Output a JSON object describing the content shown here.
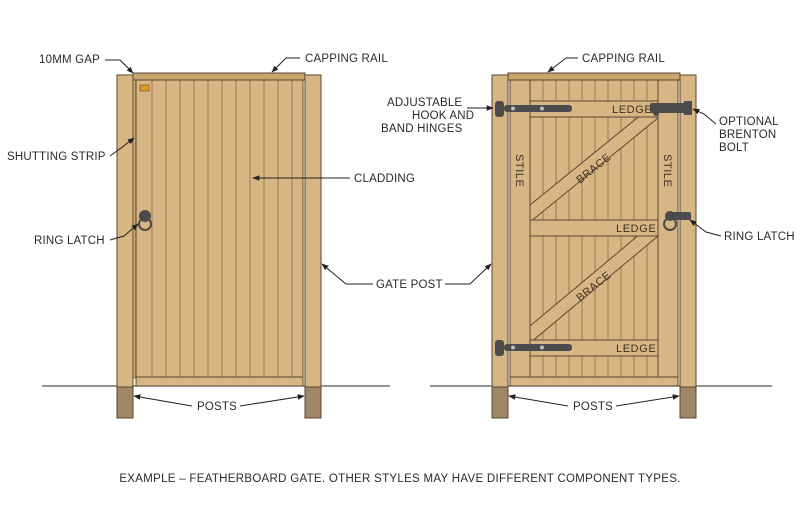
{
  "colors": {
    "wood": "#d7b684",
    "wood_dark": "#c9a46c",
    "board_line": "#8a6a45",
    "outline": "#5b4630",
    "ground": "#555555",
    "footing": "#a08765",
    "metal": "#4b4b4b",
    "latch_plate": "#e59a1f",
    "leader": "#222222"
  },
  "left_gate": {
    "labels": {
      "gap": "10MM GAP",
      "capping_rail": "CAPPING RAIL",
      "shutting_strip": "SHUTTING STRIP",
      "cladding": "CLADDING",
      "ring_latch": "RING LATCH"
    }
  },
  "right_gate": {
    "labels": {
      "capping_rail": "CAPPING RAIL",
      "hinges_line1": "ADJUSTABLE",
      "hinges_line2": "HOOK AND",
      "hinges_line3": "BAND HINGES",
      "bolt_line1": "OPTIONAL",
      "bolt_line2": "BRENTON",
      "bolt_line3": "BOLT",
      "ring_latch": "RING LATCH"
    },
    "parts": {
      "stile_left": "STILE",
      "stile_right": "STILE",
      "ledge_top": "LEDGE",
      "ledge_middle": "LEDGE",
      "ledge_bottom": "LEDGE",
      "brace_upper": "BRACE",
      "brace_lower": "BRACE"
    }
  },
  "shared_labels": {
    "gate_post": "GATE POST",
    "posts_left": "POSTS",
    "posts_right": "POSTS"
  },
  "caption": "EXAMPLE – FEATHERBOARD GATE. OTHER STYLES MAY HAVE DIFFERENT COMPONENT TYPES."
}
